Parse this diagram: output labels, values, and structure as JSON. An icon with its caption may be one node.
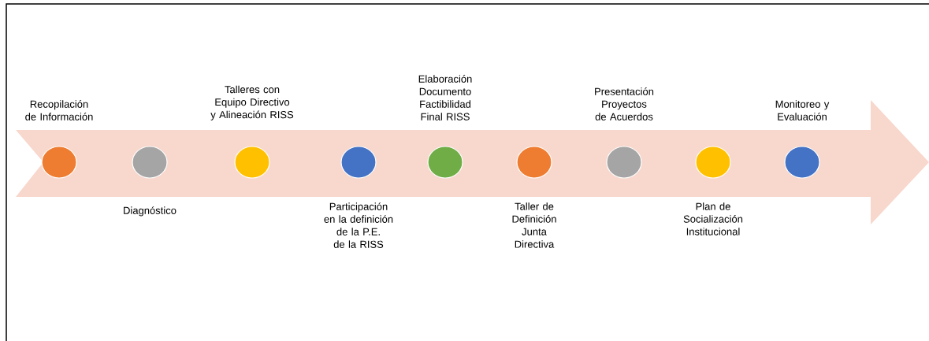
{
  "diagram": {
    "nodes": [
      {
        "text": [],
        "shape": "circle",
        "beside": [
          "Recopilación de Información"
        ]
      },
      {
        "text": [],
        "shape": "circle",
        "beside": [
          "Diagnóstico"
        ]
      },
      {
        "text": [],
        "shape": "circle",
        "beside": [
          "Talleres con Equipo Directivo y Alineación RISS"
        ]
      },
      {
        "text": [],
        "shape": "circle",
        "beside": [
          "Participación en la definición de la P.E. de la RISS"
        ]
      },
      {
        "text": [],
        "shape": "circle",
        "beside": [
          "Elaboración Documento Factibilidad Final RISS"
        ]
      },
      {
        "text": [],
        "shape": "circle",
        "beside": [
          "Taller de Definición Junta Directiva"
        ]
      },
      {
        "text": [],
        "shape": "circle",
        "beside": [
          "Presentación Proyectos de Acuerdos"
        ]
      },
      {
        "text": [],
        "shape": "circle",
        "beside": [
          "Plan de Socialización Institucional"
        ]
      },
      {
        "text": [],
        "shape": "circle",
        "beside": [
          "Monitoreo y Evaluación"
        ]
      }
    ]
  }
}
